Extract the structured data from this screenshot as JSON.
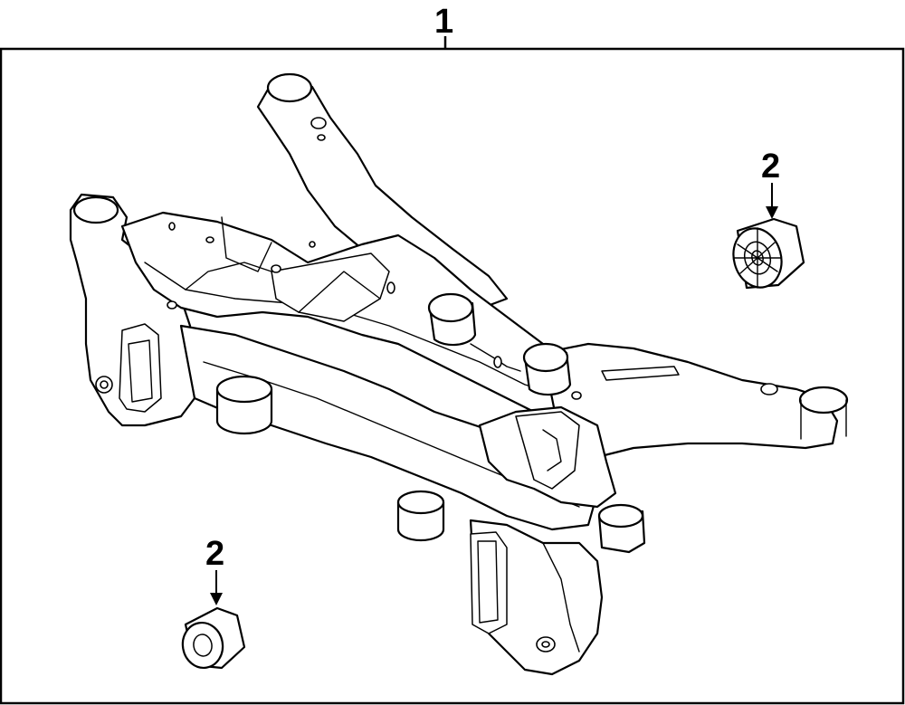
{
  "diagram": {
    "callouts": [
      {
        "id": "frame",
        "label": "1"
      },
      {
        "id": "bushing-upper",
        "label": "2"
      },
      {
        "id": "bushing-lower",
        "label": "2"
      }
    ]
  }
}
